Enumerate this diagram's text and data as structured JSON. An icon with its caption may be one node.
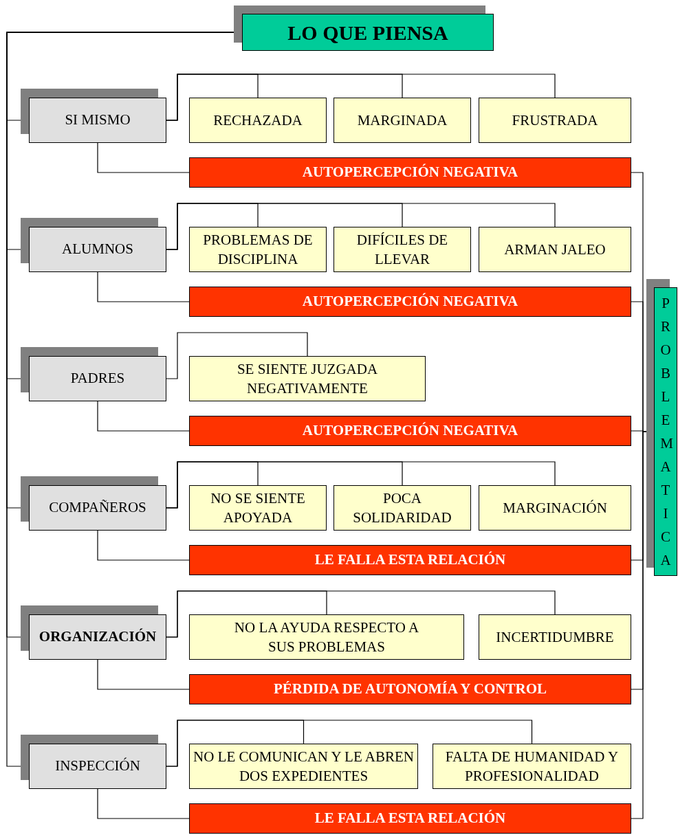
{
  "diagram": {
    "nodes": [
      {
        "text": [
          "LO QUE PIENSA"
        ]
      },
      {
        "text": [
          "SI MISMO"
        ]
      },
      {
        "text": [
          "RECHAZADA"
        ]
      },
      {
        "text": [
          "MARGINADA"
        ]
      },
      {
        "text": [
          "FRUSTRADA"
        ]
      },
      {
        "text": [
          "AUTOPERCEPCIÓN NEGATIVA"
        ]
      },
      {
        "text": [
          "ALUMNOS"
        ]
      },
      {
        "text": [
          "PROBLEMAS DE DISCIPLINA"
        ]
      },
      {
        "text": [
          "DIFÍCILES DE LLEVAR"
        ]
      },
      {
        "text": [
          "ARMAN JALEO"
        ]
      },
      {
        "text": [
          "AUTOPERCEPCIÓN NEGATIVA"
        ]
      },
      {
        "text": [
          "PADRES"
        ]
      },
      {
        "text": [
          "SE SIENTE JUZGADA NEGATIVAMENTE"
        ]
      },
      {
        "text": [
          "AUTOPERCEPCIÓN NEGATIVA"
        ]
      },
      {
        "text": [
          "COMPAÑEROS"
        ]
      },
      {
        "text": [
          "NO SE SIENTE APOYADA"
        ]
      },
      {
        "text": [
          "POCA SOLIDARIDAD"
        ]
      },
      {
        "text": [
          "MARGINACIÓN"
        ]
      },
      {
        "text": [
          "LE FALLA ESTA RELACIÓN"
        ]
      },
      {
        "text": [
          "ORGANIZACIÓN"
        ]
      },
      {
        "text": [
          "NO LA AYUDA RESPECTO A SUS PROBLEMAS"
        ]
      },
      {
        "text": [
          "INCERTIDUMBRE"
        ]
      },
      {
        "text": [
          "PÉRDIDA DE AUTONOMÍA Y CONTROL"
        ]
      },
      {
        "text": [
          "INSPECCIÓN"
        ]
      },
      {
        "text": [
          "NO LE COMUNICAN Y LE ABREN DOS EXPEDIENTES"
        ]
      },
      {
        "text": [
          "FALTA DE HUMANIDAD Y PROFESIONALIDAD"
        ]
      },
      {
        "text": [
          "LE FALLA ESTA RELACIÓN"
        ]
      },
      {
        "text": [
          "PROBLEMATICA"
        ]
      }
    ],
    "edges": [
      {
        "from": 0,
        "to": 1,
        "arrow": "none"
      },
      {
        "from": 0,
        "to": 6,
        "arrow": "none"
      },
      {
        "from": 0,
        "to": 11,
        "arrow": "none"
      },
      {
        "from": 0,
        "to": 14,
        "arrow": "none"
      },
      {
        "from": 0,
        "to": 19,
        "arrow": "none"
      },
      {
        "from": 0,
        "to": 23,
        "arrow": "none"
      },
      {
        "from": 1,
        "to": 2,
        "arrow": "none"
      },
      {
        "from": 1,
        "to": 3,
        "arrow": "none"
      },
      {
        "from": 1,
        "to": 4,
        "arrow": "none"
      },
      {
        "from": 1,
        "to": 5,
        "arrow": "none"
      },
      {
        "from": 6,
        "to": 7,
        "arrow": "none"
      },
      {
        "from": 6,
        "to": 8,
        "arrow": "none"
      },
      {
        "from": 6,
        "to": 9,
        "arrow": "none"
      },
      {
        "from": 6,
        "to": 10,
        "arrow": "none"
      },
      {
        "from": 11,
        "to": 12,
        "arrow": "none"
      },
      {
        "from": 11,
        "to": 13,
        "arrow": "none"
      },
      {
        "from": 14,
        "to": 15,
        "arrow": "none"
      },
      {
        "from": 14,
        "to": 16,
        "arrow": "none"
      },
      {
        "from": 14,
        "to": 17,
        "arrow": "none"
      },
      {
        "from": 14,
        "to": 18,
        "arrow": "none"
      },
      {
        "from": 19,
        "to": 20,
        "arrow": "none"
      },
      {
        "from": 19,
        "to": 21,
        "arrow": "none"
      },
      {
        "from": 19,
        "to": 22,
        "arrow": "none"
      },
      {
        "from": 23,
        "to": 24,
        "arrow": "none"
      },
      {
        "from": 23,
        "to": 25,
        "arrow": "none"
      },
      {
        "from": 23,
        "to": 26,
        "arrow": "none"
      },
      {
        "from": 5,
        "to": 27,
        "arrow": "none"
      },
      {
        "from": 10,
        "to": 27,
        "arrow": "none"
      },
      {
        "from": 13,
        "to": 27,
        "arrow": "none"
      },
      {
        "from": 18,
        "to": 27,
        "arrow": "none"
      },
      {
        "from": 22,
        "to": 27,
        "arrow": "none"
      },
      {
        "from": 26,
        "to": 27,
        "arrow": "none"
      }
    ]
  }
}
